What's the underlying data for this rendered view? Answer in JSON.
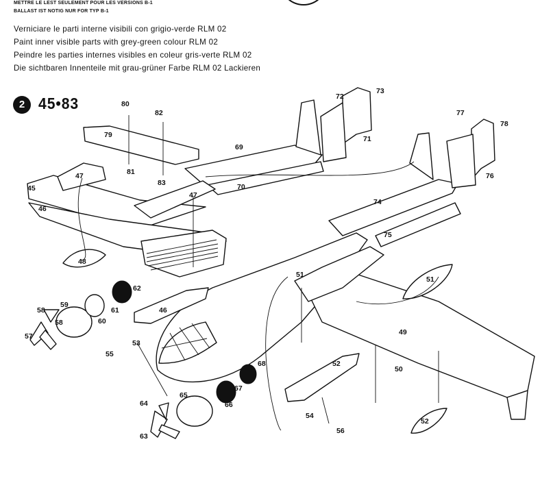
{
  "header_notes": [
    "METTRE LE LEST SEULEMENT POUR LES VERSIONS B-1",
    "BALLAST IST NOTIG NUR FOR TYP B-1"
  ],
  "instructions": {
    "it": "Verniciare le parti interne visibili con grigio-verde RLM 02",
    "en": "Paint inner visible parts with grey-green colour RLM 02",
    "fr": "Peindre les parties internes visibles en coleur gris-verte RLM 02",
    "de": "Die sichtbaren Innenteile mit grau-grüner Farbe RLM 02 Lackieren"
  },
  "step": {
    "number": "2",
    "code": "45•83"
  },
  "part_labels": [
    "80",
    "82",
    "79",
    "81",
    "83",
    "72",
    "73",
    "69",
    "71",
    "77",
    "78",
    "76",
    "47",
    "45",
    "47",
    "46",
    "70",
    "74",
    "75",
    "48",
    "51",
    "51",
    "62",
    "61",
    "58",
    "59",
    "60",
    "58",
    "57",
    "46",
    "49",
    "53",
    "55",
    "50",
    "52",
    "68",
    "65",
    "67",
    "64",
    "66",
    "63",
    "54",
    "56",
    "52"
  ]
}
